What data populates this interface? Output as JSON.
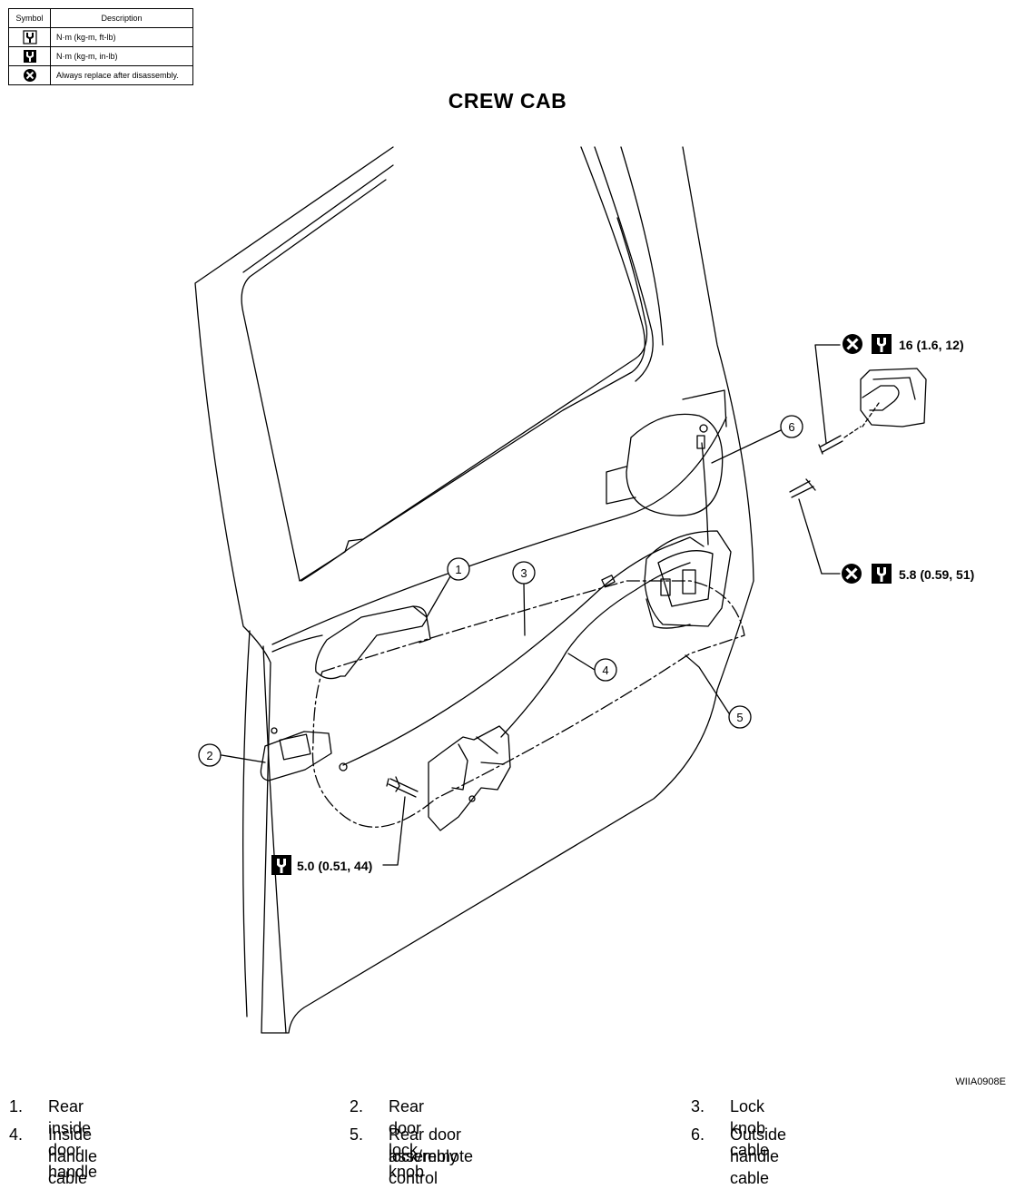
{
  "legend": {
    "header_symbol": "Symbol",
    "header_description": "Description",
    "rows": [
      {
        "icon": "torque-wrench-icon",
        "description": "N·m (kg-m, ft-lb)"
      },
      {
        "icon": "torque-wrench-small-icon",
        "description": "N·m (kg-m, in-lb)"
      },
      {
        "icon": "replace-after-disassembly-icon",
        "description": "Always replace after disassembly."
      }
    ]
  },
  "title": "CREW CAB",
  "callouts": [
    "1",
    "2",
    "3",
    "4",
    "5",
    "6"
  ],
  "torques": {
    "striker": "16 (1.6, 12)",
    "lock_bolt": "5.8 (0.59, 51)",
    "lower_bolt": "5.0 (0.51, 44)"
  },
  "figure_ref": "WIIA0908E",
  "parts": [
    {
      "num": "1.",
      "text": "Rear inside door handle"
    },
    {
      "num": "2.",
      "text": "Rear door lock knob"
    },
    {
      "num": "3.",
      "text": "Lock knob cable"
    },
    {
      "num": "4.",
      "text": "Inside handle cable"
    },
    {
      "num": "5.",
      "text": "Rear door lock/remote control"
    },
    {
      "num": "6.",
      "text": "Outside handle cable"
    }
  ],
  "parts_extra": {
    "part5_line2": "assembly"
  },
  "colors": {
    "line": "#000000",
    "background": "#ffffff"
  }
}
